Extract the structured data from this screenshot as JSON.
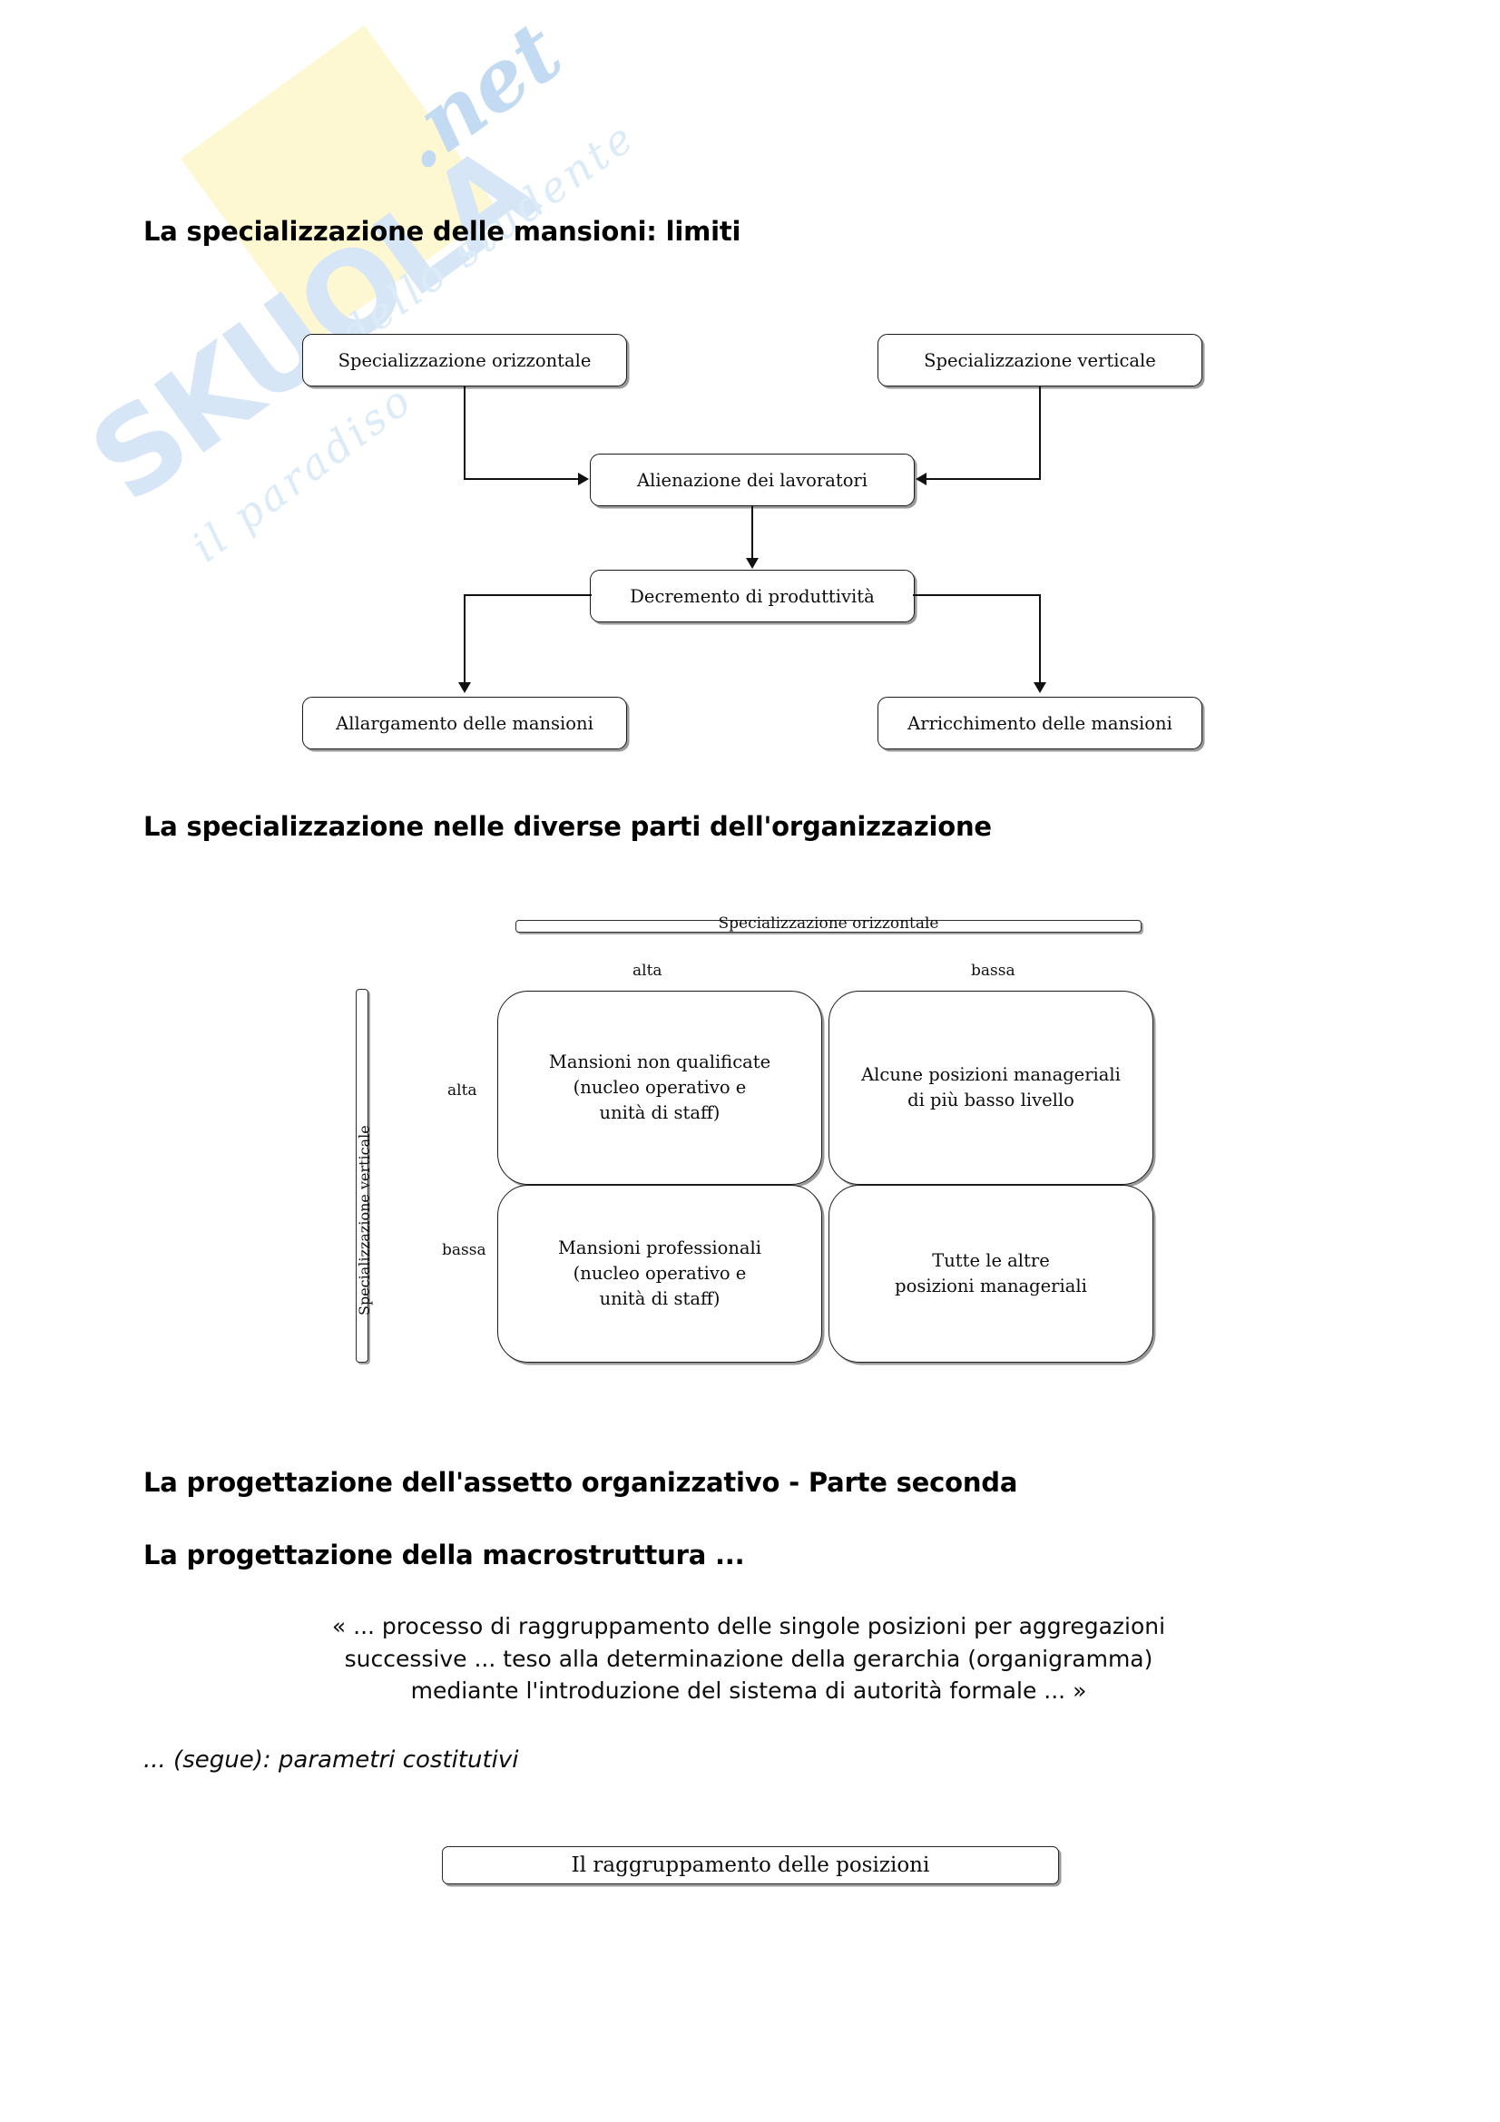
{
  "watermark": {
    "brand": "SKUOLA",
    "domain": ".net",
    "tagline_part1": "il paradiso",
    "tagline_part2": "dello studente",
    "brand_color": "#d7e6f7",
    "accent_color": "#fdf7d2"
  },
  "headings": {
    "h1": "La specializzazione delle mansioni: limiti",
    "h2": "La specializzazione nelle diverse parti dell'organizzazione",
    "h3": "La progettazione dell'assetto organizzativo  - Parte seconda",
    "h4": "La progettazione della macrostruttura ..."
  },
  "flowchart": {
    "nodes": [
      {
        "id": "spec-orizzontale",
        "label": "Specializzazione orizzontale"
      },
      {
        "id": "spec-verticale",
        "label": "Specializzazione verticale"
      },
      {
        "id": "alienazione",
        "label": "Alienazione dei lavoratori"
      },
      {
        "id": "decremento",
        "label": "Decremento di produttività"
      },
      {
        "id": "allargamento",
        "label": "Allargamento delle mansioni"
      },
      {
        "id": "arricchimento",
        "label": "Arricchimento delle mansioni"
      }
    ],
    "edges": [
      {
        "from": "spec-orizzontale",
        "to": "alienazione"
      },
      {
        "from": "spec-verticale",
        "to": "alienazione"
      },
      {
        "from": "alienazione",
        "to": "decremento"
      },
      {
        "from": "decremento",
        "to": "allargamento"
      },
      {
        "from": "decremento",
        "to": "arricchimento"
      }
    ]
  },
  "matrix": {
    "x_axis_label": "Specializzazione orizzontale",
    "y_axis_label": "Specializzazione verticale",
    "x_ticks": [
      "alta",
      "bassa"
    ],
    "y_ticks": [
      "alta",
      "bassa"
    ],
    "cells": [
      {
        "row": "alta",
        "col": "alta",
        "text": "Mansioni non qualificate\n(nucleo operativo e\nunità di staff)"
      },
      {
        "row": "alta",
        "col": "bassa",
        "text": "Alcune posizioni manageriali\ndi più basso livello"
      },
      {
        "row": "bassa",
        "col": "alta",
        "text": "Mansioni professionali\n(nucleo operativo e\nunità di staff)"
      },
      {
        "row": "bassa",
        "col": "bassa",
        "text": "Tutte le altre\nposizioni manageriali"
      }
    ]
  },
  "body": {
    "quote": "« ... processo di raggruppamento delle singole posizioni per aggregazioni\nsuccessive ... teso alla determinazione della gerarchia (organigramma)\nmediante l'introduzione del sistema di autorità formale ... »",
    "segue": "... (segue): parametri costitutivi",
    "final_box": "Il raggruppamento delle posizioni"
  }
}
